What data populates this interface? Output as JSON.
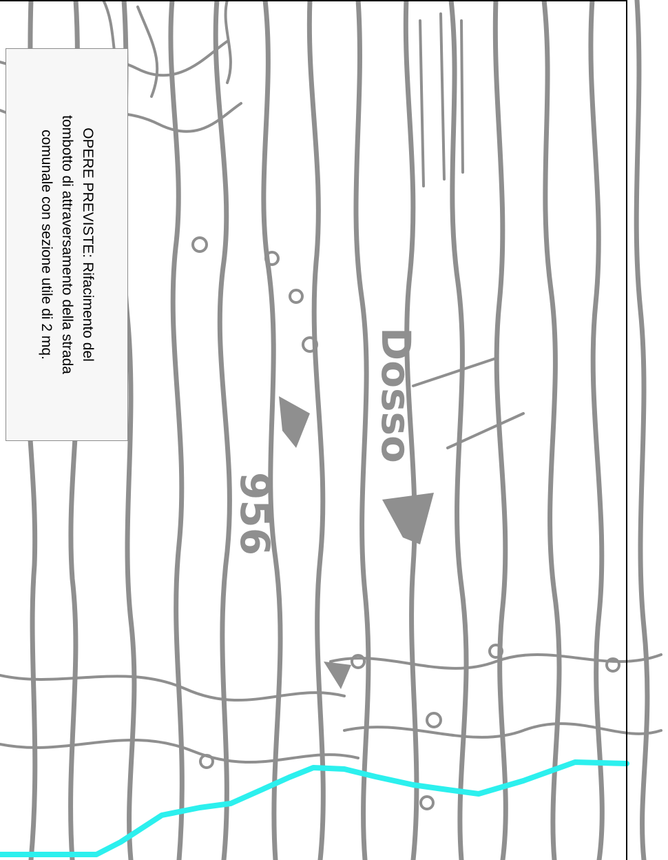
{
  "map": {
    "place_name": "Dosso",
    "elevation_label": "956",
    "colors": {
      "background": "#ffffff",
      "contour": "#8f8f8f",
      "frame": "#000000",
      "watercourse": "#2cf0ee",
      "label_bg": "#f7f7f7",
      "label_border": "#8c8c8c"
    }
  },
  "label": {
    "lines": [
      "OPERE PREVISTE: Rifacimento del",
      "tombotto di attraversamento della strada",
      "comunale con sezione utile di 2 mq."
    ]
  }
}
